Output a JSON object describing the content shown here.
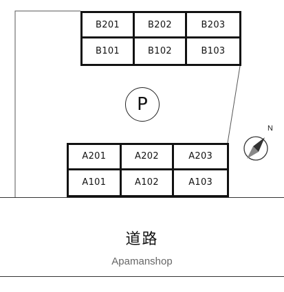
{
  "blocks": {
    "b": {
      "units": [
        "B201",
        "B202",
        "B203",
        "B101",
        "B102",
        "B103"
      ]
    },
    "a": {
      "units": [
        "A201",
        "A202",
        "A203",
        "A101",
        "A102",
        "A103"
      ]
    }
  },
  "parking": {
    "label": "P"
  },
  "road": {
    "label": "道路"
  },
  "compass": {
    "label": "N"
  },
  "watermark": "Apamanshop"
}
